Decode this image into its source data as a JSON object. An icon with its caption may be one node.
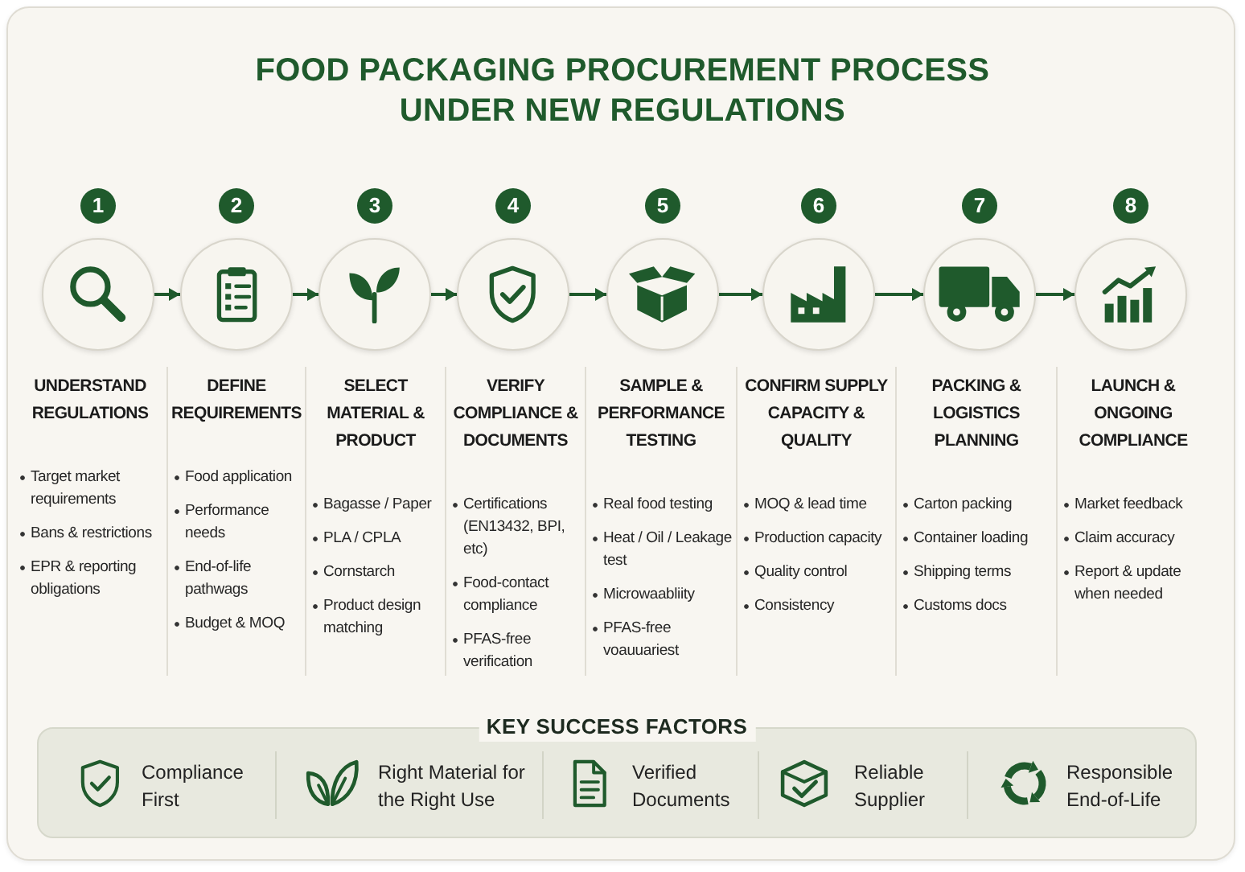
{
  "diagram": {
    "title": "FOOD PACKAGING PROCUREMENT PROCESS UNDER NEW REGULATIONS",
    "nodes": [
      {
        "text": [
          "1"
        ]
      },
      {
        "text": [],
        "shape": "circle",
        "beside": [
          "UNDERSTAND REGULATIONS",
          "Target market requirements",
          "Bans & restrictions",
          "EPR & reporting obligations"
        ]
      },
      {
        "text": [
          "2"
        ]
      },
      {
        "text": [],
        "shape": "circle",
        "beside": [
          "DEFINE REQUIREMENTS",
          "Food application",
          "Performance needs",
          "End-of-life pathwags",
          "Budget & MOQ"
        ]
      },
      {
        "text": [
          "3"
        ]
      },
      {
        "text": [],
        "shape": "circle",
        "beside": [
          "SELECT MATERIAL & PRODUCT",
          "Bagasse / Paper",
          "PLA / CPLA",
          "Cornstarch",
          "Product design matching"
        ]
      },
      {
        "text": [
          "4"
        ]
      },
      {
        "text": [],
        "shape": "circle",
        "beside": [
          "VERIFY COMPLIANCE & DOCUMENTS",
          "Certifications (EN13432, BPI, etc)",
          "Food-contact compliance",
          "PFAS-free verification"
        ]
      },
      {
        "text": [
          "5"
        ]
      },
      {
        "text": [],
        "shape": "circle",
        "beside": [
          "SAMPLE & PERFORMANCE TESTING",
          "Real food testing",
          "Heat / Oil / Leakage test",
          "Microwaabliity",
          "PFAS-free voauuariest"
        ]
      },
      {
        "text": [
          "6"
        ]
      },
      {
        "text": [],
        "shape": "circle",
        "beside": [
          "CONFIRM SUPPLY CAPACITY & QUALITY",
          "MOQ & lead time",
          "Production capacity",
          "Quality control",
          "Consistency"
        ]
      },
      {
        "text": [
          "7"
        ]
      },
      {
        "text": [],
        "shape": "circle",
        "beside": [
          "PACKING & LOGISTICS PLANNING",
          "Carton packing",
          "Container loading",
          "Shipping terms",
          "Customs docs"
        ]
      },
      {
        "text": [
          "8"
        ]
      },
      {
        "text": [],
        "shape": "circle",
        "beside": [
          "LAUNCH & ONGOING COMPLIANCE",
          "Market feedback",
          "Claim accuracy",
          "Report & update when needed"
        ]
      },
      {
        "text": [
          "KEY SUCCESS FACTORS",
          "Compliance First",
          "Right Material for the Right Use",
          "Verified Documents",
          "Reliable Supplier",
          "Responsible End-of-Life"
        ]
      }
    ],
    "edges": [
      {
        "from": 1,
        "to": 3,
        "arrow": "to"
      },
      {
        "from": 3,
        "to": 5,
        "arrow": "to"
      },
      {
        "from": 5,
        "to": 7,
        "arrow": "to"
      },
      {
        "from": 7,
        "to": 9,
        "arrow": "to"
      },
      {
        "from": 9,
        "to": 11,
        "arrow": "to"
      },
      {
        "from": 11,
        "to": 13,
        "arrow": "to"
      },
      {
        "from": 13,
        "to": 15,
        "arrow": "to"
      }
    ]
  }
}
